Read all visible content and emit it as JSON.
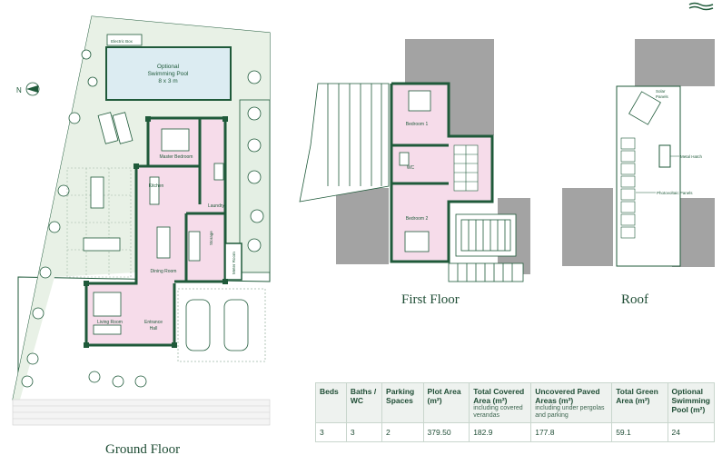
{
  "labels": {
    "ground_floor": "Ground Floor",
    "first_floor": "First Floor",
    "roof": "Roof",
    "north": "N"
  },
  "rooms": {
    "electric_box": "Electric Box",
    "pool_line1": "Optional",
    "pool_line2": "Swimming Pool",
    "pool_line3": "8 x 3 m",
    "master_bedroom": "Master Bedroom",
    "kitchen": "Kitchen",
    "laundry": "Laundry",
    "storage": "Storage",
    "dining_room": "Dining Room",
    "meter_room": "Meter Room",
    "living_room": "Living Room",
    "entrance_line1": "Entrance",
    "entrance_line2": "Hall",
    "bedroom1": "Bedroom 1",
    "wc": "WC",
    "bedroom2": "Bedroom 2",
    "solar_line1": "Solar",
    "solar_line2": "Panels",
    "metal_hatch": "Metal Hatch",
    "photovoltaic": "Photovoltaic Panels"
  },
  "table": {
    "headers": [
      {
        "title": "Beds",
        "sub": ""
      },
      {
        "title": "Baths / WC",
        "sub": ""
      },
      {
        "title": "Parking Spaces",
        "sub": ""
      },
      {
        "title": "Plot Area (m²)",
        "sub": ""
      },
      {
        "title": "Total Covered Area (m²)",
        "sub": "including covered verandas"
      },
      {
        "title": "Uncovered Paved Areas (m²)",
        "sub": "including under pergolas and parking"
      },
      {
        "title": "Total Green Area (m²)",
        "sub": ""
      },
      {
        "title": "Optional Swimming Pool (m²)",
        "sub": ""
      }
    ],
    "row": [
      "3",
      "3",
      "2",
      "379.50",
      "182.9",
      "177.8",
      "59.1",
      "24"
    ]
  },
  "colors": {
    "wall": "#1f5a3a",
    "room_fill": "#f6dcea",
    "green_fill": "#e4efe4",
    "pool_fill": "#dcecf2",
    "grey_fill": "#a3a3a3"
  }
}
